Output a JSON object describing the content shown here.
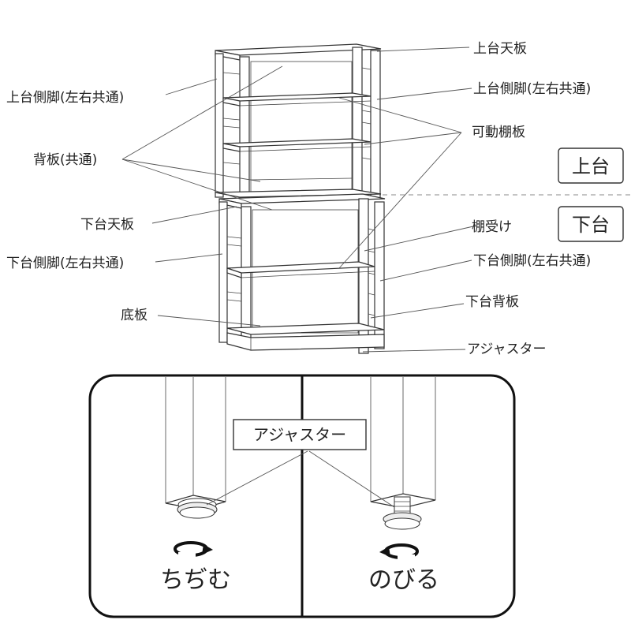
{
  "labels": {
    "top_top_board": "上台天板",
    "top_side_leg_left": "上台側脚(左右共通)",
    "top_side_leg_right": "上台側脚(左右共通)",
    "movable_shelf": "可動棚板",
    "back_board_common": "背板(共通)",
    "upper_unit": "上台",
    "lower_unit": "下台",
    "lower_top_board": "下台天板",
    "shelf_support": "棚受け",
    "lower_side_leg_left": "下台側脚(左右共通)",
    "lower_side_leg_right": "下台側脚(左右共通)",
    "lower_back_board": "下台背板",
    "bottom_board": "底板",
    "adjuster": "アジャスター"
  },
  "detail": {
    "adjuster_label": "アジャスター",
    "shrink": "ちぢむ",
    "extend": "のびる"
  }
}
